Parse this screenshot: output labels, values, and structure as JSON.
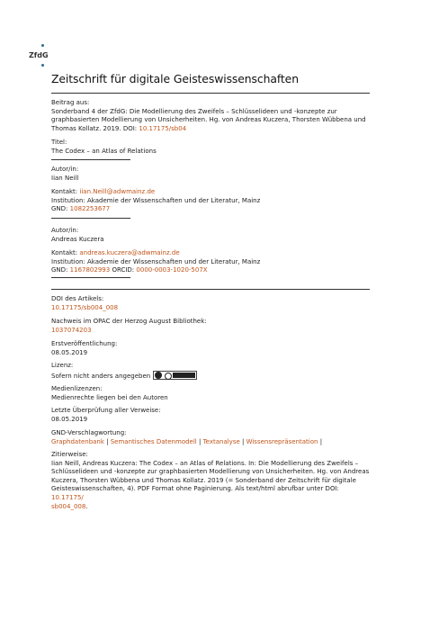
{
  "logo": {
    "text": "ZfdG"
  },
  "title": "Zeitschrift für digitale Geisteswissenschaften",
  "beitrag": {
    "label": "Beitrag aus:",
    "line1": "Sonderband 4 der ZfdG: Die Modellierung des Zweifels – Schlüsselideen und -konzepte zur",
    "line2": "graphbasierten Modellierung von Unsicherheiten. Hg. von Andreas Kuczera, Thorsten Wübbena und",
    "line3_prefix": "Thomas Kollatz. 2019. DOI:",
    "doi": "10.17175/sb04"
  },
  "titel": {
    "label": "Titel:",
    "value": "The Codex – an Atlas of Relations"
  },
  "author1": {
    "label": "Autor/in:",
    "name": "Iian Neill",
    "kontakt_label": "Kontakt:",
    "email": "iian.Neill@adwmainz.de",
    "institution": "Institution: Akademie der Wissenschaften und der Literatur, Mainz",
    "gnd_label": "GND:",
    "gnd": "1082253677"
  },
  "author2": {
    "label": "Autor/in:",
    "name": "Andreas Kuczera",
    "kontakt_label": "Kontakt:",
    "email": "andreas.kuczera@adwmainz.de",
    "institution": "Institution: Akademie der Wissenschaften und der Literatur, Mainz",
    "gnd_label": "GND:",
    "gnd": "1167802993",
    "orcid_label": "ORCID:",
    "orcid": "0000-0003-1020-507X"
  },
  "doi_artikel": {
    "label": "DOI des Artikels:",
    "value": "10.17175/sb004_008"
  },
  "opac": {
    "label": "Nachweis im OPAC der Herzog August Bibliothek:",
    "value": "1037074203"
  },
  "erst": {
    "label": "Erstveröffentlichung:",
    "value": "08.05.2019"
  },
  "lizenz": {
    "label": "Lizenz:",
    "value": "Sofern nicht anders angegeben"
  },
  "medien": {
    "label": "Medienlizenzen:",
    "value": "Medienrechte liegen bei den Autoren"
  },
  "pruefung": {
    "label": "Letzte Überprüfung aller Verweise:",
    "value": "08.05.2019"
  },
  "gnd_vers": {
    "label": "GND-Verschlagwortung:",
    "tags": [
      "Graphdatenbank",
      "Semantisches Datenmodell",
      "Textanalyse",
      "Wissensrepräsentation"
    ]
  },
  "zitier": {
    "label": "Zitierweise:",
    "line1": "Iian Neill, Andreas Kuczera: The Codex – an Atlas of Relations. In: Die Modellierung des Zweifels –",
    "line2": "Schlüsselideen und -konzepte zur graphbasierten Modellierung von Unsicherheiten. Hg. von Andreas",
    "line3": "Kuczera, Thorsten Wübbena und Thomas Kollatz. 2019 (= Sonderband der Zeitschrift für digitale",
    "line4_prefix": "Geisteswissenschaften, 4). PDF Format ohne Paginierung. Als text/html abrufbar unter DOI:",
    "doi_a": "10.17175/",
    "doi_b": "sb004_008",
    "end": "."
  }
}
